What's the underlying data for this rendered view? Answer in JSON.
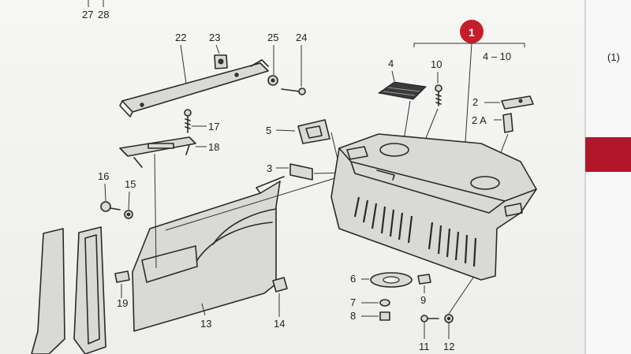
{
  "labels": {
    "p27": "27",
    "p28": "28",
    "p22": "22",
    "p23": "23",
    "p25": "25",
    "p24": "24",
    "p17": "17",
    "p18": "18",
    "p16": "16",
    "p15": "15",
    "p5": "5",
    "p3": "3",
    "p4": "4",
    "p10": "10",
    "group_badge": "1",
    "group_range": "4 – 10",
    "p2": "2",
    "p2a": "2 A",
    "side_ref": "(1)",
    "p6": "6",
    "p7": "7",
    "p8": "8",
    "p9": "9",
    "p11": "11",
    "p12": "12",
    "p13": "13",
    "p14": "14",
    "p19": "19"
  },
  "colors": {
    "badge": "#c41e2a",
    "accent_bar": "#b3162a",
    "line": "#2a2a2a",
    "panel_right": "#f7f7f7"
  }
}
